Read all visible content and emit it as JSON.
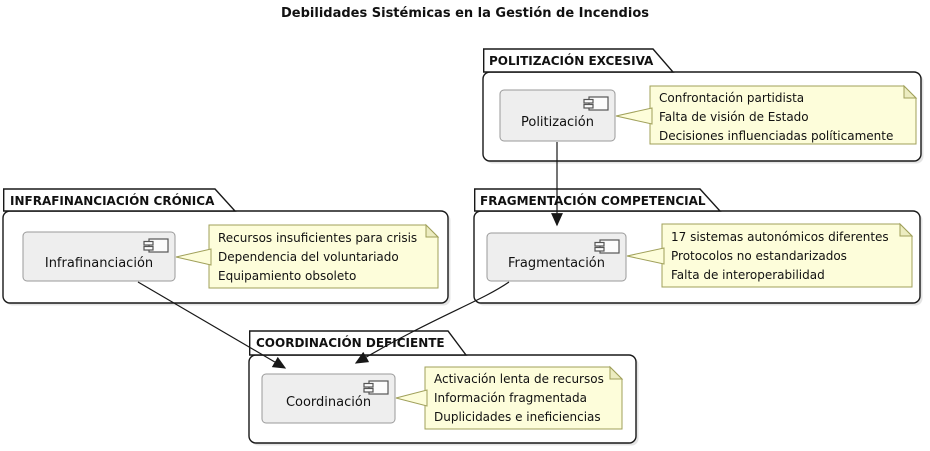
{
  "title": "Debilidades Sistémicas en la Gestión de Incendios",
  "diagram_type": "component-diagram",
  "colors": {
    "background": "#FFFFFF",
    "package_border": "#181818",
    "component_fill": "#EEEEEE",
    "component_border": "#9A9A9A",
    "note_fill": "#FDFDDA",
    "note_border": "#A0A05A",
    "arrow": "#181818",
    "text": "#111111"
  },
  "packages": [
    {
      "id": "politizacion",
      "title": "POLITIZACIÓN EXCESIVA",
      "component": "Politización",
      "note_lines": [
        "Confrontación partidista",
        "Falta de visión de Estado",
        "Decisiones influenciadas políticamente"
      ]
    },
    {
      "id": "infrafinanciacion",
      "title": "INFRAFINANCIACIÓN CRÓNICA",
      "component": "Infrafinanciación",
      "note_lines": [
        "Recursos insuficientes para crisis",
        "Dependencia del voluntariado",
        "Equipamiento obsoleto"
      ]
    },
    {
      "id": "fragmentacion",
      "title": "FRAGMENTACIÓN COMPETENCIAL",
      "component": "Fragmentación",
      "note_lines": [
        "17 sistemas autonómicos diferentes",
        "Protocolos no estandarizados",
        "Falta de interoperabilidad"
      ]
    },
    {
      "id": "coordinacion",
      "title": "COORDINACIÓN DEFICIENTE",
      "component": "Coordinación",
      "note_lines": [
        "Activación lenta de recursos",
        "Información fragmentada",
        "Duplicidades e ineficiencias"
      ]
    }
  ],
  "edges": [
    {
      "from": "Politización",
      "to": "Fragmentación"
    },
    {
      "from": "Infrafinanciación",
      "to": "Coordinación"
    },
    {
      "from": "Fragmentación",
      "to": "Coordinación"
    }
  ]
}
